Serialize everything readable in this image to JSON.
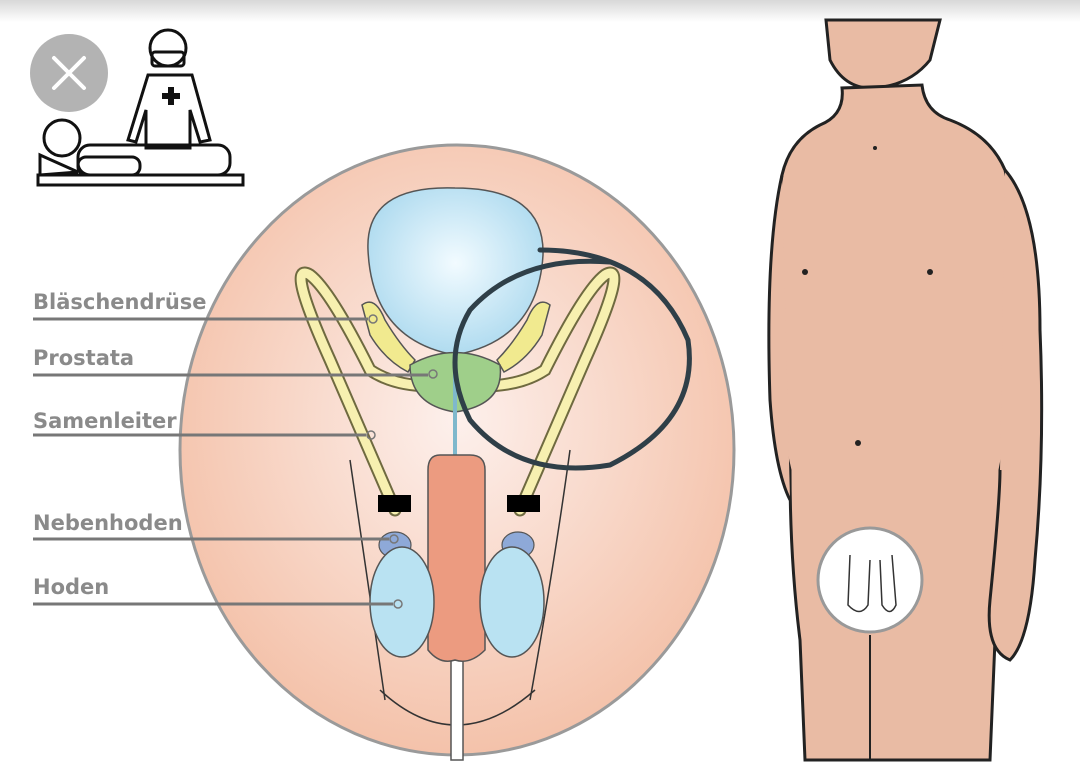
{
  "close_button": {
    "icon": "close-icon"
  },
  "diagram": {
    "labels": [
      {
        "text": "Bläschendrüse"
      },
      {
        "text": "Prostata"
      },
      {
        "text": "Samenleiter"
      },
      {
        "text": "Nebenhoden"
      },
      {
        "text": "Hoden"
      }
    ]
  },
  "colors": {
    "background_circle": "#f6c9b4",
    "bladder": "#b9e2f2",
    "prostate": "#9fcf8a",
    "seminal_vesicle": "#f1ea8f",
    "vas_deferens": "#f7f0b0",
    "penis": "#ec9b80",
    "skin": "#e9bba4",
    "annotation": "#2f3f48",
    "label_text": "#8a8a8a"
  }
}
